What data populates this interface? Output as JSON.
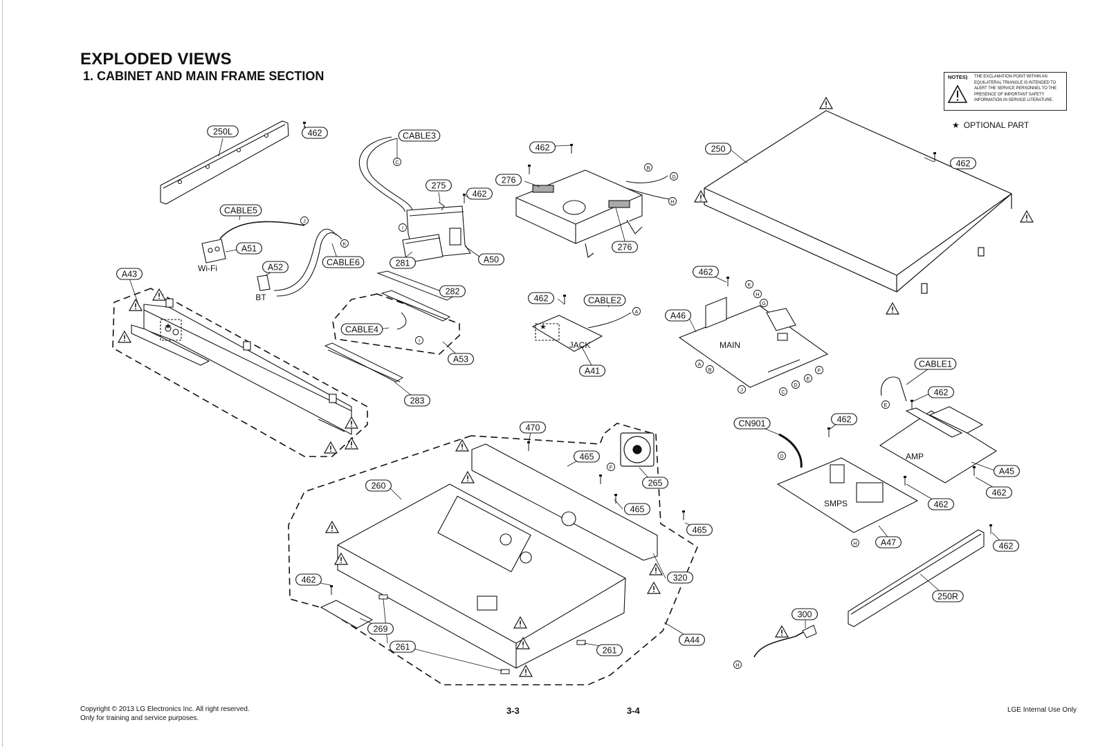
{
  "header": {
    "title": "EXPLODED VIEWS",
    "subtitle": "1. CABINET AND MAIN FRAME SECTION"
  },
  "notes": {
    "heading": "NOTES)",
    "text": "THE EXCLAMATION POINT WITHIN AN EQUILATERAL TRIANGLE IS INTENDED TO ALERT THE SERVICE PERSONNEL TO THE PRESENCE OF IMPORTANT SAFETY INFORMATION IN SERVICE LITERATURE.",
    "icon": "warning-triangle-icon"
  },
  "legend": {
    "star": "★",
    "optional_label": "OPTIONAL PART"
  },
  "parts": {
    "p250L": "250L",
    "p462": "462",
    "pCABLE3": "CABLE3",
    "p275": "275",
    "p276": "276",
    "p250": "250",
    "pCABLE5": "CABLE5",
    "pA51": "A51",
    "pA52": "A52",
    "pCABLE6": "CABLE6",
    "pA50": "A50",
    "p281": "281",
    "pA43": "A43",
    "p282": "282",
    "pCABLE4": "CABLE4",
    "pA53": "A53",
    "p283": "283",
    "pCABLE2": "CABLE2",
    "pA41": "A41",
    "pA46": "A46",
    "pCABLE1": "CABLE1",
    "pCN901": "CN901",
    "pA45": "A45",
    "pA47": "A47",
    "p250R": "250R",
    "p470": "470",
    "p465": "465",
    "p265": "265",
    "p260": "260",
    "p320": "320",
    "p269": "269",
    "p261": "261",
    "pA44": "A44",
    "p300": "300"
  },
  "connectors": {
    "A": "A",
    "B": "B",
    "C": "C",
    "D": "D",
    "E": "E",
    "F": "F",
    "G": "G",
    "H": "H",
    "I": "I",
    "J": "J",
    "K": "K"
  },
  "board_labels": {
    "wifi": "Wi-Fi",
    "bt": "BT",
    "jack": "JACK",
    "main": "MAIN",
    "amp": "AMP",
    "smps": "SMPS"
  },
  "footer": {
    "copyright": "Copyright © 2013 LG Electronics Inc. All right reserved.",
    "training": "Only for training and service purposes.",
    "page_left": "3-3",
    "page_right": "3-4",
    "internal": "LGE Internal Use Only"
  }
}
